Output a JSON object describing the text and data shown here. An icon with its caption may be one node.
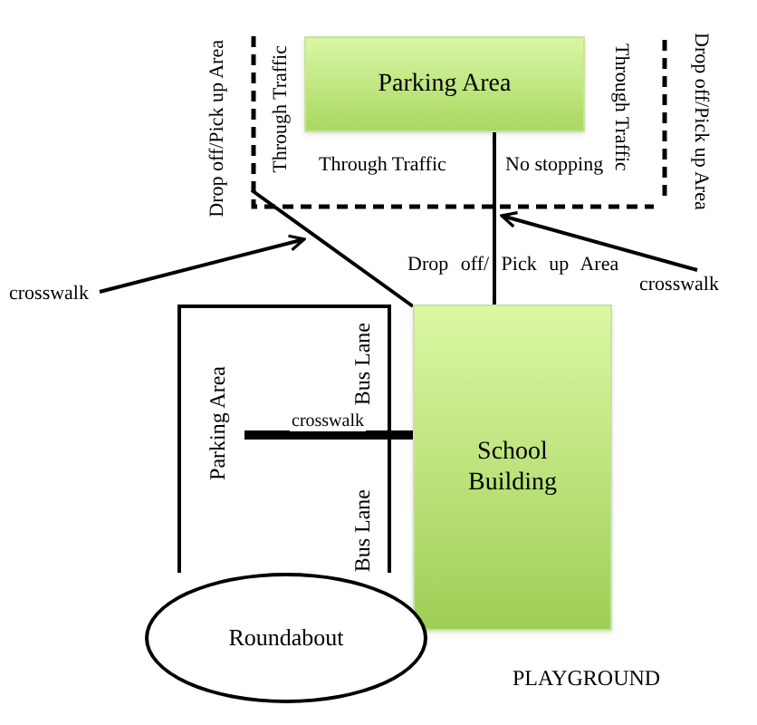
{
  "diagram": {
    "nodes": [
      {
        "text": [
          "Parking Area"
        ]
      },
      {
        "text": [
          "School Building"
        ]
      },
      {
        "text": [
          "Parking Area",
          "Bus Lane",
          "Bus Lane"
        ]
      },
      {
        "text": [
          "Roundabout"
        ]
      },
      {
        "text": [
          "crosswalk"
        ]
      },
      {
        "text": [
          "crosswalk"
        ]
      }
    ],
    "edges": [
      {
        "from": 0,
        "to": 1,
        "arrow": "none"
      },
      {
        "from": null,
        "to": 1,
        "arrow": "none"
      },
      {
        "from": 4,
        "to": null,
        "arrow": "to"
      },
      {
        "from": 5,
        "to": null,
        "arrow": "to"
      },
      {
        "from": 2,
        "to": 1,
        "arrow": "none",
        "label": "crosswalk",
        "style": "thick"
      }
    ],
    "labels": [
      "Drop off/Pick up Area",
      "Through Traffic",
      "Through Traffic",
      "No stopping",
      "Through Traffic",
      "Drop off/Pick up Area",
      "Drop off/ Pick up Area",
      "PLAYGROUND"
    ]
  }
}
